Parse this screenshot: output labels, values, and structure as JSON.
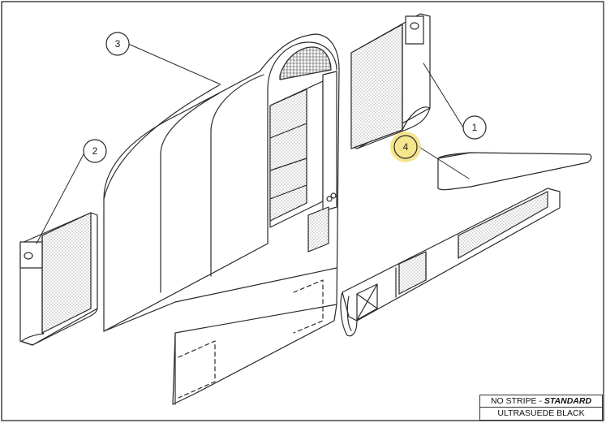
{
  "callouts": [
    {
      "id": "1",
      "label": "1",
      "highlighted": false
    },
    {
      "id": "2",
      "label": "2",
      "highlighted": false
    },
    {
      "id": "3",
      "label": "3",
      "highlighted": false
    },
    {
      "id": "4",
      "label": "4",
      "highlighted": true
    }
  ],
  "legend": {
    "line1_prefix": "NO STRIPE - ",
    "line1_emphasis": "STANDARD",
    "line2": "ULTRASUEDE BLACK"
  },
  "colors": {
    "line": "#2a2a2a",
    "highlight": "#f3e27a",
    "background": "#ffffff"
  }
}
